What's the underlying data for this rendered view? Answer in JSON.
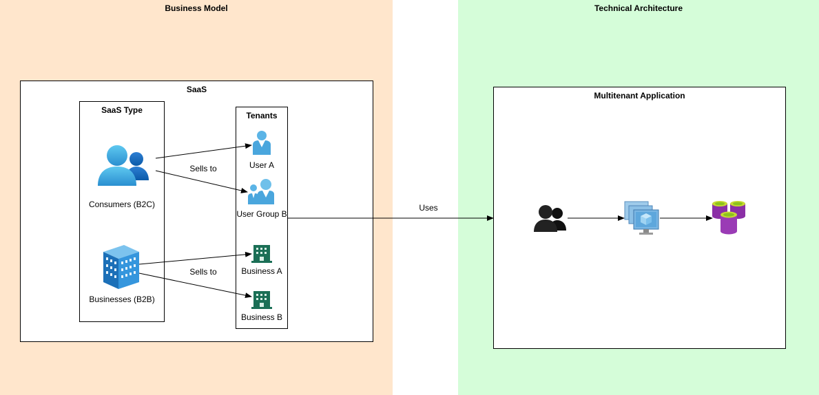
{
  "lanes": {
    "business": {
      "title": "Business Model"
    },
    "technical": {
      "title": "Technical Architecture"
    }
  },
  "saas": {
    "title": "SaaS",
    "type_box": {
      "title": "SaaS Type",
      "consumers": "Consumers (B2C)",
      "businesses": "Businesses (B2B)"
    },
    "tenants_box": {
      "title": "Tenants",
      "items": [
        "User A",
        "User Group B",
        "Business A",
        "Business B"
      ]
    }
  },
  "edges": {
    "sells_to_consumers": "Sells to",
    "sells_to_businesses": "Sells to",
    "uses": "Uses"
  },
  "multitenant": {
    "title": "Multitenant Application"
  },
  "icons": {
    "consumers": "users-icon",
    "businesses": "office-building-icon",
    "user_a": "user-icon",
    "user_group_b": "user-group-icon",
    "business_a": "building-icon",
    "business_b": "building-icon",
    "users_black": "users-icon",
    "app_service": "virtual-machines-icon",
    "database": "databases-icon"
  },
  "colors": {
    "business_lane": "#ffe6cc",
    "technical_lane": "#d5fdd9",
    "azure_blue": "#3aa0dc",
    "building_green": "#1b6f56",
    "database_purple": "#9a3bb5"
  }
}
